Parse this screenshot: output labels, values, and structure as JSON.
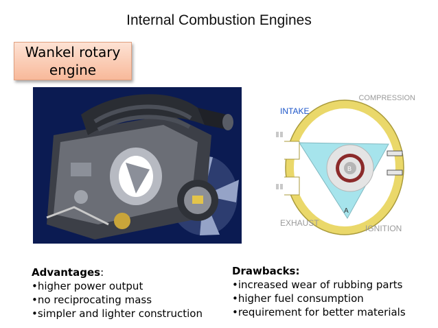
{
  "slide": {
    "title": "Internal Combustion Engines",
    "callout": {
      "line1": "Wankel rotary",
      "line2": "engine"
    }
  },
  "diagram": {
    "labels": {
      "compression": "COMPRESSION",
      "intake": "INTAKE",
      "exhaust": "EXHAUST",
      "ignition": "IGNITION",
      "rotor_apex": "A",
      "rotor_center": "B"
    }
  },
  "advantages": {
    "heading": "Advantages",
    "items": [
      "•higher power output",
      "•no reciprocating mass",
      "•simpler and lighter construction"
    ]
  },
  "drawbacks": {
    "heading": "Drawbacks:",
    "items": [
      "•increased wear of rubbing parts",
      "•higher fuel consumption",
      "•requirement for better materials"
    ]
  },
  "colors": {
    "callout_fill": "#f8b99a",
    "photo_background": "#0b1b52",
    "housing": "#ead86a",
    "chamber": "#a6e4ec",
    "gear": "#8b2a2a",
    "label_blue": "#1c55c9",
    "label_gray": "#9a9a9a"
  }
}
